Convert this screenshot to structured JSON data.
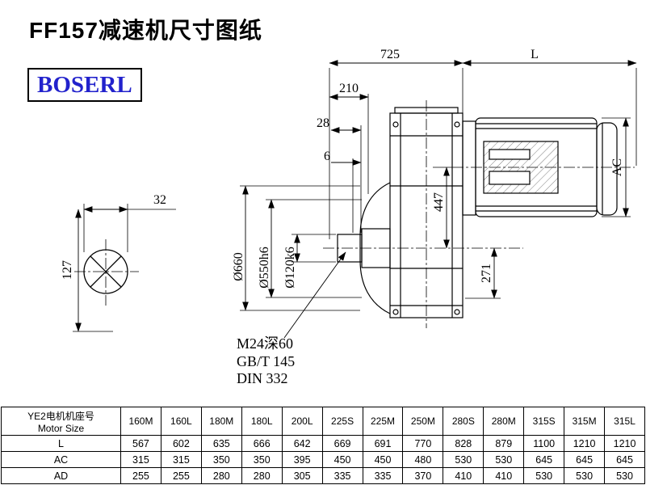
{
  "page": {
    "title": "FF157减速机尺寸图纸",
    "logo_text": "BOSERL",
    "logo_color": "#2222cc",
    "background_color": "#ffffff",
    "line_color": "#000000"
  },
  "drawing": {
    "dim_725": "725",
    "dim_L": "L",
    "dim_210": "210",
    "dim_28": "28",
    "dim_6": "6",
    "dim_AC": "AC",
    "dim_447": "447",
    "dim_271": "271",
    "dia_660": "Ø660",
    "dia_550": "Ø550h6",
    "dia_120": "Ø120k6",
    "dim_32": "32",
    "dim_127": "127",
    "notes": [
      "M24深60",
      "GB/T 145",
      "DIN 332"
    ]
  },
  "table": {
    "header_line1": "YE2电机机座号",
    "header_line2": "Motor Size",
    "columns": [
      "160M",
      "160L",
      "180M",
      "180L",
      "200L",
      "225S",
      "225M",
      "250M",
      "280S",
      "280M",
      "315S",
      "315M",
      "315L"
    ],
    "rows": [
      {
        "label": "L",
        "values": [
          "567",
          "602",
          "635",
          "666",
          "642",
          "669",
          "691",
          "770",
          "828",
          "879",
          "1100",
          "1210",
          "1210"
        ]
      },
      {
        "label": "AC",
        "values": [
          "315",
          "315",
          "350",
          "350",
          "395",
          "450",
          "450",
          "480",
          "530",
          "530",
          "645",
          "645",
          "645"
        ]
      },
      {
        "label": "AD",
        "values": [
          "255",
          "255",
          "280",
          "280",
          "305",
          "335",
          "335",
          "370",
          "410",
          "410",
          "530",
          "530",
          "530"
        ]
      }
    ]
  }
}
